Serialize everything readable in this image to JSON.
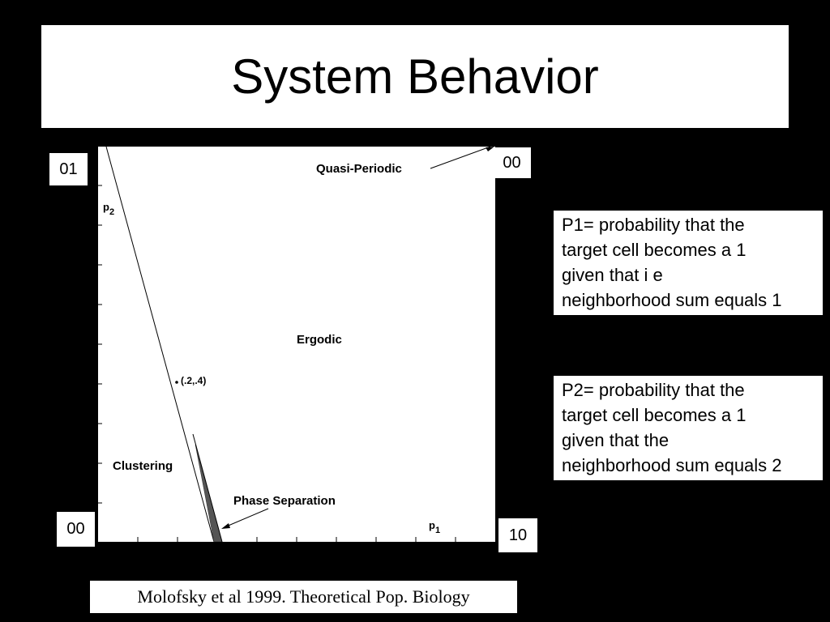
{
  "slide": {
    "title": "System Behavior",
    "citation": "Molofsky et al 1999. Theoretical Pop. Biology"
  },
  "diagram": {
    "corners": {
      "top_left": "01",
      "top_right": "00",
      "bottom_left": "00",
      "bottom_right": "10"
    },
    "axis": {
      "p2_label": "p",
      "p2_sub": "2",
      "p1_label": "p",
      "p1_sub": "1"
    },
    "regions": {
      "quasi_periodic": "Quasi-Periodic",
      "ergodic": "Ergodic",
      "clustering": "Clustering",
      "phase_separation": "Phase Separation"
    },
    "point_label": "(.2,.4)"
  },
  "definitions": {
    "p1": [
      "P1= probability that the",
      "target cell becomes a 1",
      "given that i  e",
      "neighborhood sum equals 1"
    ],
    "p2": [
      "P2= probability that the",
      "target cell becomes a 1",
      "given that the",
      "neighborhood sum equals 2"
    ]
  }
}
